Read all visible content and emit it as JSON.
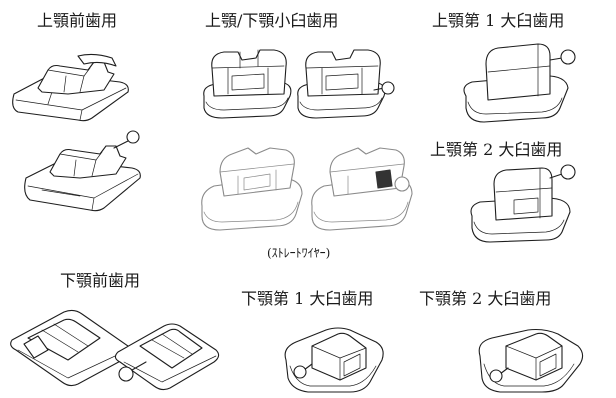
{
  "labels": {
    "upper_anterior": "上顎前歯用",
    "premolar": "上顎/下顎小臼歯用",
    "upper_molar_1": "上顎第 1 大臼歯用",
    "upper_molar_2": "上顎第 2 大臼歯用",
    "lower_anterior": "下顎前歯用",
    "lower_molar_1": "下顎第 1 大臼歯用",
    "lower_molar_2": "下顎第 2 大臼歯用",
    "straight_wire_note": "(ｽﾄﾚｰﾄﾜｲﾔｰ)"
  }
}
